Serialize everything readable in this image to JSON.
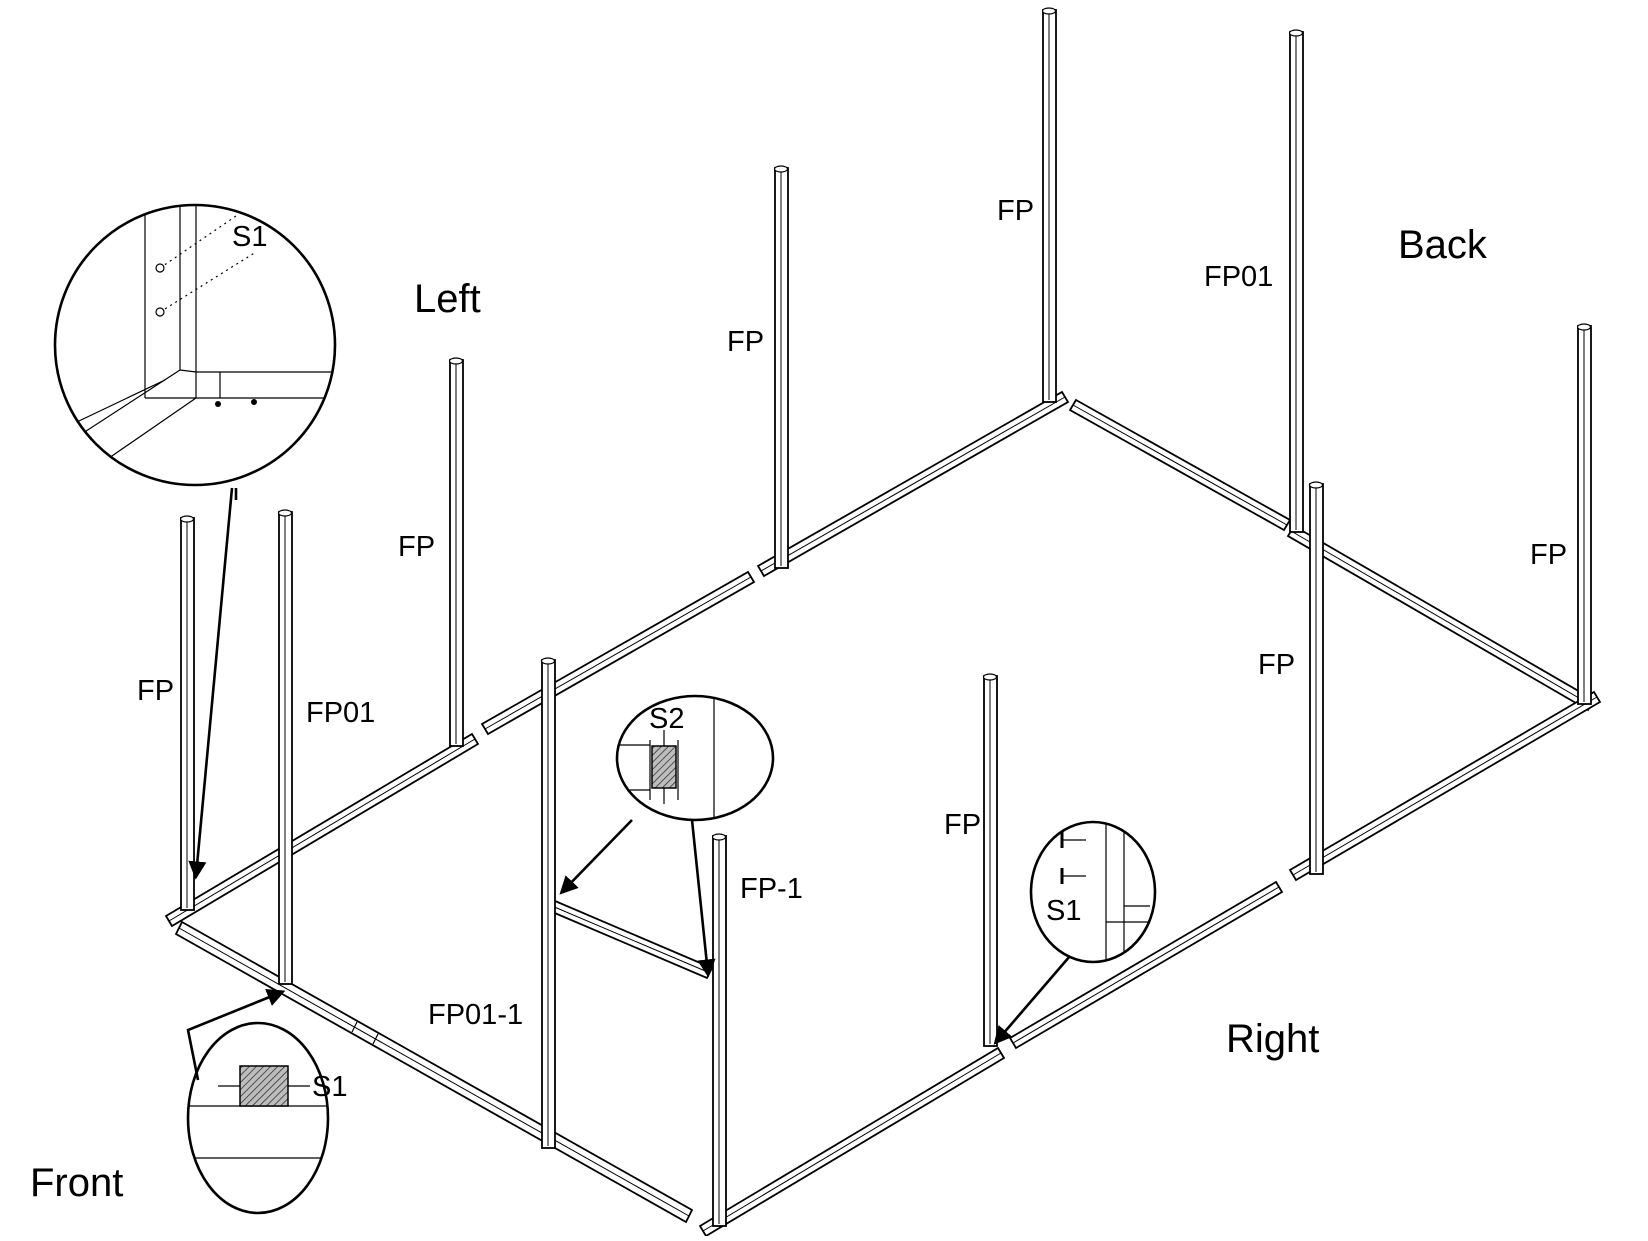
{
  "sides": {
    "left": "Left",
    "back": "Back",
    "right": "Right",
    "front": "Front"
  },
  "parts": {
    "fp_front_left": "FP",
    "fp01_front_left": "FP01",
    "fp_left_mid": "FP",
    "fp_left_back": "FP",
    "fp_back_top": "FP",
    "fp01_back": "FP01",
    "fp_back_right": "FP",
    "fp_right_back": "FP",
    "fp_right_front": "FP",
    "fp_1": "FP-1",
    "fp01_1": "FP01-1"
  },
  "details": {
    "s1_top_left": "S1",
    "s2_center": "S2",
    "s1_right": "S1",
    "s1_front": "S1"
  }
}
